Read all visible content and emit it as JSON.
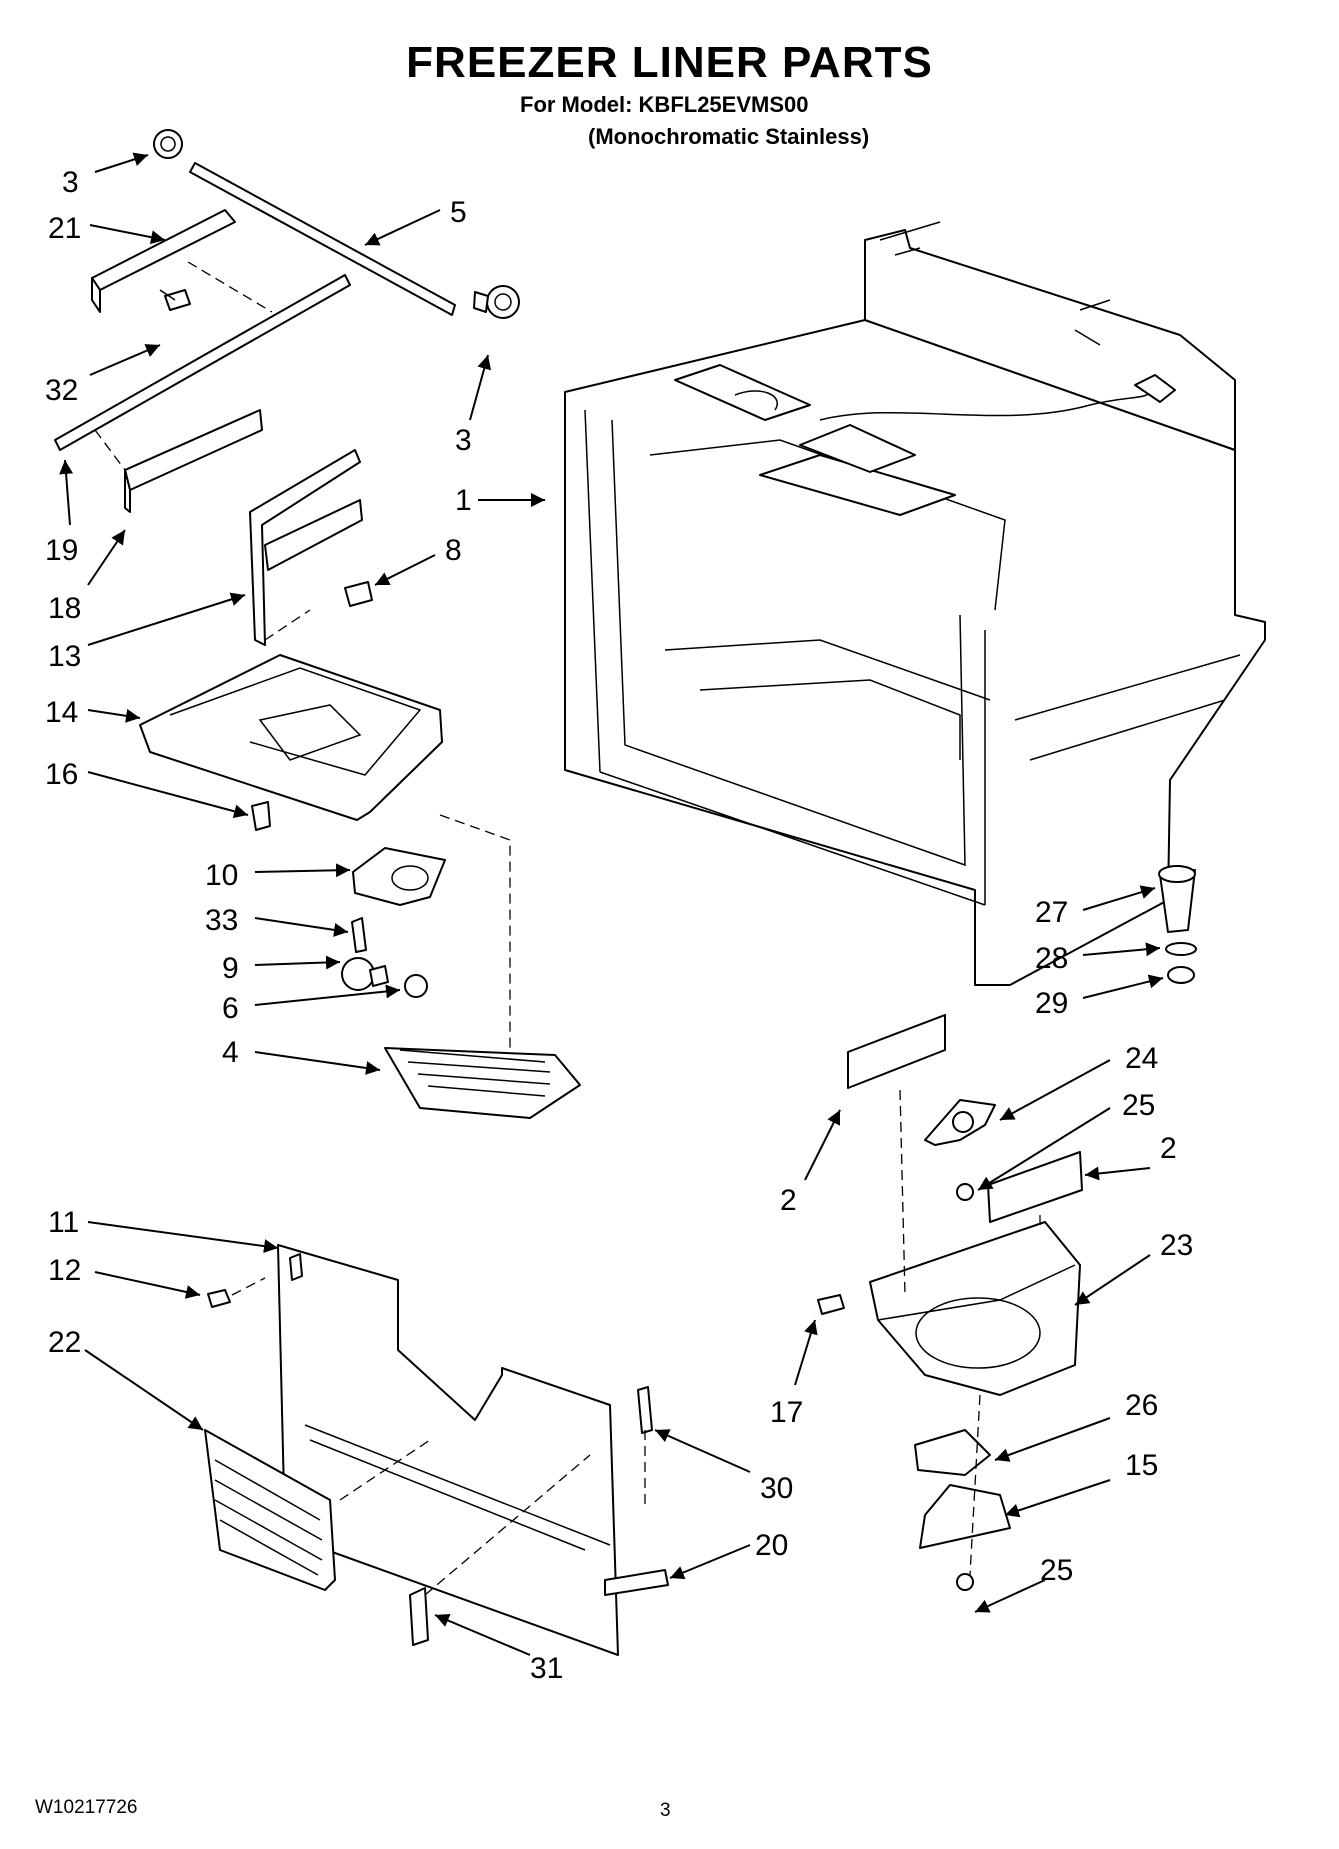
{
  "header": {
    "title": "FREEZER LINER PARTS",
    "model_line": "For Model: KBFL25EVMS00",
    "variant_line": "(Monochromatic Stainless)"
  },
  "footer": {
    "document_number": "W10217726",
    "page_number": "3"
  },
  "callouts": [
    "3",
    "21",
    "5",
    "32",
    "3",
    "19",
    "1",
    "18",
    "8",
    "13",
    "14",
    "16",
    "10",
    "33",
    "9",
    "6",
    "4",
    "27",
    "28",
    "29",
    "2",
    "24",
    "25",
    "2",
    "23",
    "11",
    "12",
    "22",
    "17",
    "30",
    "26",
    "15",
    "20",
    "25",
    "31"
  ]
}
